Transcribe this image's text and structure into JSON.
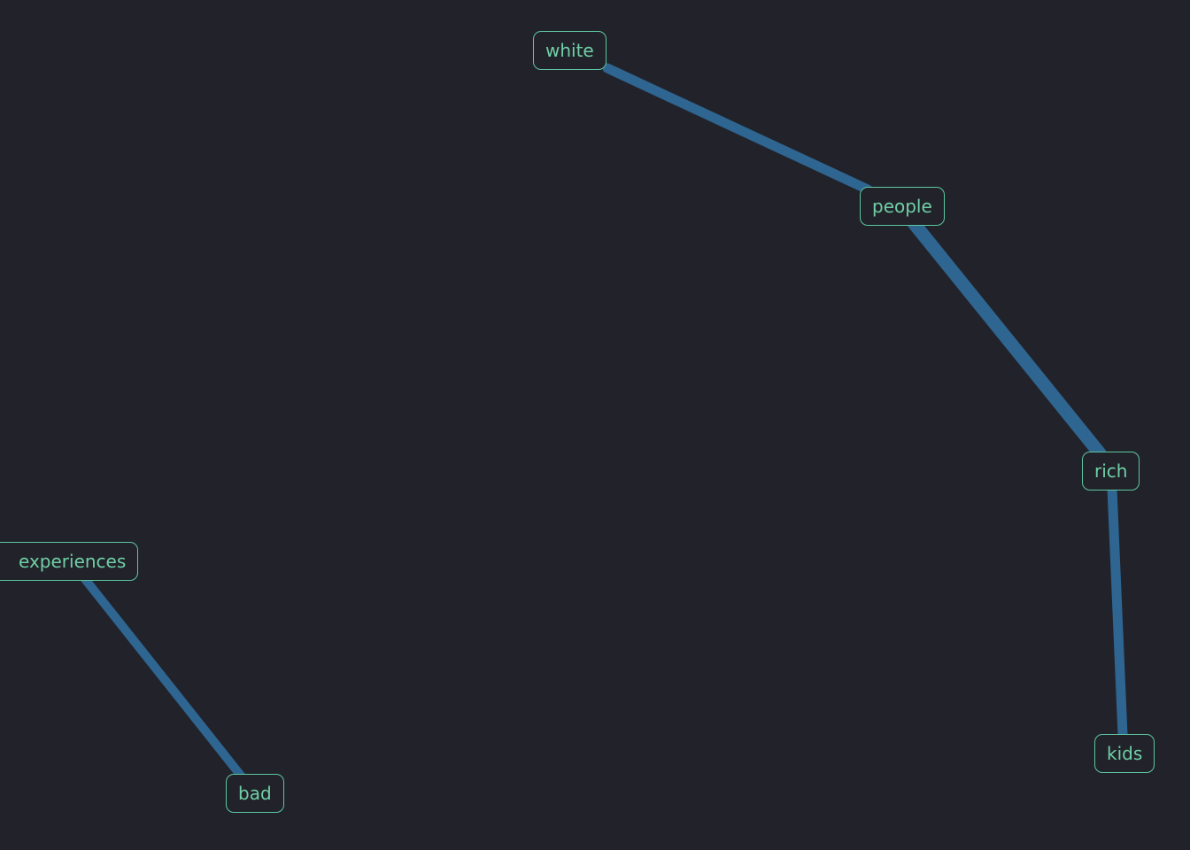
{
  "nodes": {
    "white": "white",
    "people": "people",
    "rich": "rich",
    "kids": "kids",
    "experiences": "experiences",
    "bad": "bad"
  },
  "colors": {
    "background": "#22232a",
    "edge": "#2e6591",
    "node_border": "#5cc6a0",
    "node_text": "#6fcfa6"
  }
}
